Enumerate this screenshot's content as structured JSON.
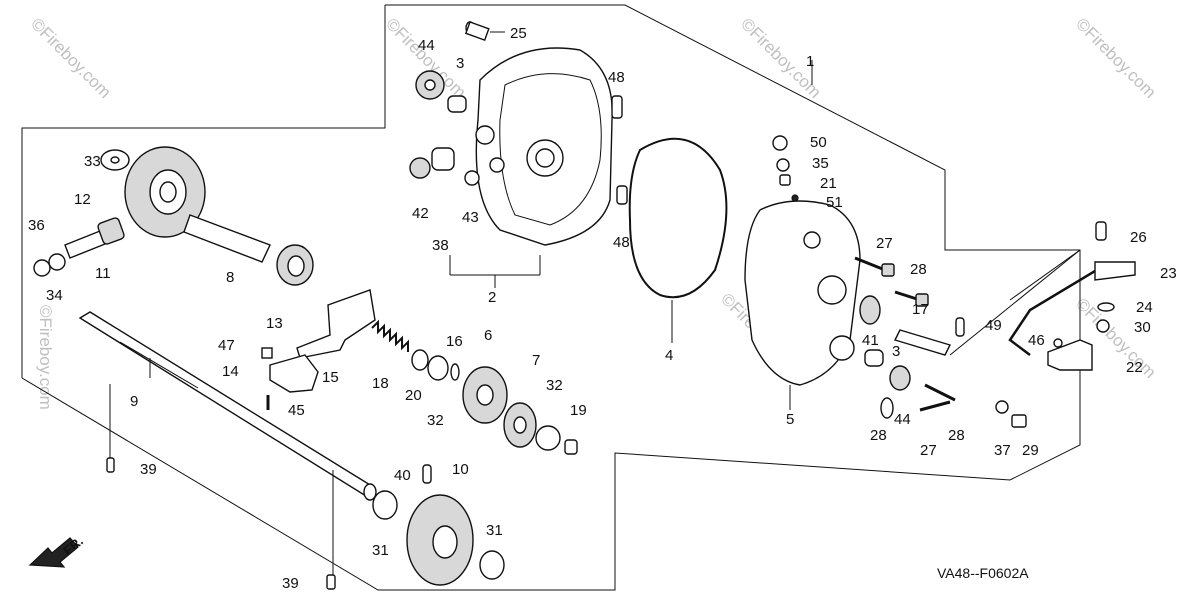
{
  "diagram": {
    "code": "VA48--F0602A",
    "direction_label": "FR.",
    "watermark": "©Fireboy.com",
    "callouts": [
      "1",
      "2",
      "3",
      "3",
      "4",
      "5",
      "6",
      "7",
      "8",
      "9",
      "10",
      "11",
      "12",
      "13",
      "14",
      "15",
      "16",
      "17",
      "18",
      "19",
      "20",
      "21",
      "22",
      "23",
      "24",
      "25",
      "26",
      "27",
      "27",
      "28",
      "28",
      "28",
      "29",
      "30",
      "31",
      "31",
      "32",
      "32",
      "33",
      "34",
      "35",
      "36",
      "37",
      "38",
      "39",
      "39",
      "40",
      "41",
      "42",
      "43",
      "44",
      "44",
      "45",
      "46",
      "47",
      "48",
      "48",
      "49",
      "50",
      "51"
    ]
  }
}
